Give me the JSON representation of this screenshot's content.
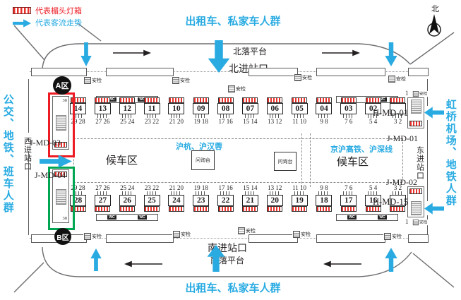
{
  "legend": {
    "lightbox_label": "代表楣头灯箱",
    "flow_label": "代表客流走势"
  },
  "compass_label": "北",
  "crowd_labels": {
    "top": "出租车、私家车人群",
    "bottom": "出租车、私家车人群",
    "left": "公交、地铁、班车人群",
    "right": "虹桥机场、地铁人群"
  },
  "station_labels": {
    "north_platform": "北落平台",
    "north_gate": "北进站口",
    "south_gate": "南进站口",
    "south_platform": "南落平台",
    "west_gate": "西进站口",
    "east_gate": "东进站口"
  },
  "zone_labels": {
    "a": "A区",
    "b": "B区"
  },
  "hall_labels": {
    "waiting_area_left": "候车区",
    "waiting_area_right": "候车区",
    "lines_left": "沪杭、沪汉蓉",
    "lines_right": "京沪高铁、沪深线",
    "info_desk_left": "问询台",
    "info_desk_right": "问询台"
  },
  "ad_labels": {
    "jmd01": "J-MD-01",
    "jmd02": "J-MD-02",
    "jmd03": "J-MD-03",
    "jmd04": "J-MD-04",
    "hmd01": "H-MD-01",
    "hmd15": "H-MD-15"
  },
  "esc_numbers": {
    "left_top": "30",
    "left_bottom": "30",
    "right_top": "1",
    "right_bottom": "1"
  },
  "security_label": "安检",
  "wc_label": "WC",
  "colors": {
    "flow_blue": "#29ABE2",
    "lightbox_red": "#E8312A",
    "zone_a_box": "#ED1C24",
    "zone_b_box": "#00A651"
  },
  "top_gates": [
    {
      "gate": "14",
      "platforms": "29 28"
    },
    {
      "gate": "13",
      "platforms": "27 26"
    },
    {
      "gate": "12",
      "platforms": "25 24"
    },
    {
      "gate": "11",
      "platforms": "23 22"
    },
    {
      "gate": "10",
      "platforms": "21 20"
    },
    {
      "gate": "09",
      "platforms": "19 18"
    },
    {
      "gate": "08",
      "platforms": "17 16"
    },
    {
      "gate": "07",
      "platforms": "15 14"
    },
    {
      "gate": "06",
      "platforms": "13 12"
    },
    {
      "gate": "05",
      "platforms": "11 10"
    },
    {
      "gate": "04",
      "platforms": "9 8"
    },
    {
      "gate": "03",
      "platforms": "7 6"
    },
    {
      "gate": "02",
      "platforms": "5 4"
    },
    {
      "gate": "",
      "platforms": "3 2"
    }
  ],
  "bottom_gates": [
    {
      "gate": "28",
      "platforms": "29 28"
    },
    {
      "gate": "27",
      "platforms": "27 26"
    },
    {
      "gate": "26",
      "platforms": "25 24"
    },
    {
      "gate": "25",
      "platforms": "23 22"
    },
    {
      "gate": "24",
      "platforms": "21 20"
    },
    {
      "gate": "23",
      "platforms": "19 18"
    },
    {
      "gate": "22",
      "platforms": "17 16"
    },
    {
      "gate": "21",
      "platforms": "15 14"
    },
    {
      "gate": "20",
      "platforms": "13 12"
    },
    {
      "gate": "19",
      "platforms": "11 10"
    },
    {
      "gate": "18",
      "platforms": "9 8"
    },
    {
      "gate": "17",
      "platforms": "7 6"
    },
    {
      "gate": "16",
      "platforms": "5 4"
    },
    {
      "gate": "",
      "platforms": "3 2"
    }
  ]
}
